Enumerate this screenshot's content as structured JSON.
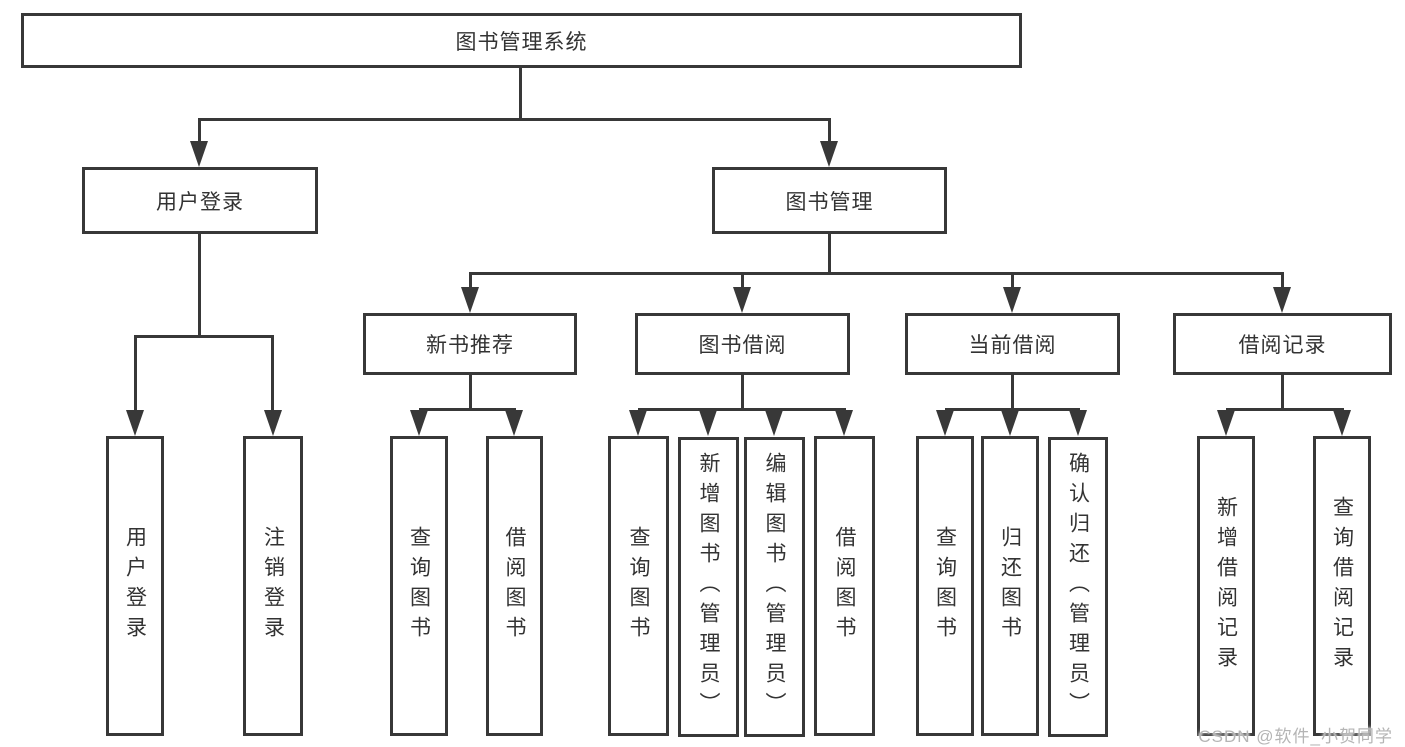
{
  "diagram": {
    "colors": {
      "line": "#383838",
      "text": "#333333",
      "box_background": "#ffffff",
      "watermark": "#b5b5b5"
    },
    "root": {
      "label": "图书管理系统"
    },
    "level2": [
      {
        "label": "用户登录"
      },
      {
        "label": "图书管理"
      }
    ],
    "level3": [
      {
        "label": "新书推荐"
      },
      {
        "label": "图书借阅"
      },
      {
        "label": "当前借阅"
      },
      {
        "label": "借阅记录"
      }
    ],
    "leaves": {
      "user_login": [
        {
          "label": "用户登录"
        },
        {
          "label": "注销登录"
        }
      ],
      "new_book": [
        {
          "label": "查询图书"
        },
        {
          "label": "借阅图书"
        }
      ],
      "book_borrow": [
        {
          "label": "查询图书"
        },
        {
          "label": "新增图书（管理员）"
        },
        {
          "label": "编辑图书（管理员）"
        },
        {
          "label": "借阅图书"
        }
      ],
      "current_borrow": [
        {
          "label": "查询图书"
        },
        {
          "label": "归还图书"
        },
        {
          "label": "确认归还（管理员）"
        }
      ],
      "borrow_record": [
        {
          "label": "新增借阅记录"
        },
        {
          "label": "查询借阅记录"
        }
      ]
    },
    "watermark": "CSDN @软件_小贺同学"
  }
}
